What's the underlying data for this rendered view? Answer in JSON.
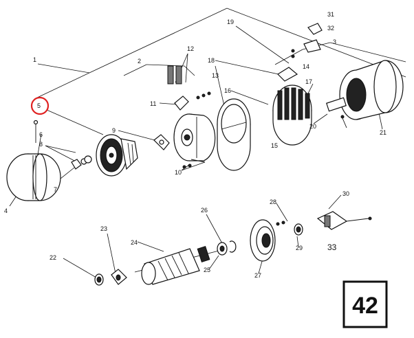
{
  "diagram": {
    "badge": "42",
    "highlighted_label": "5",
    "labels": [
      "1",
      "2",
      "3",
      "4",
      "5",
      "6",
      "7",
      "8",
      "9",
      "10",
      "11",
      "12",
      "13",
      "14",
      "15",
      "16",
      "17",
      "18",
      "19",
      "20",
      "21",
      "22",
      "23",
      "24",
      "25",
      "26",
      "27",
      "28",
      "29",
      "30",
      "31",
      "32",
      "33"
    ]
  }
}
